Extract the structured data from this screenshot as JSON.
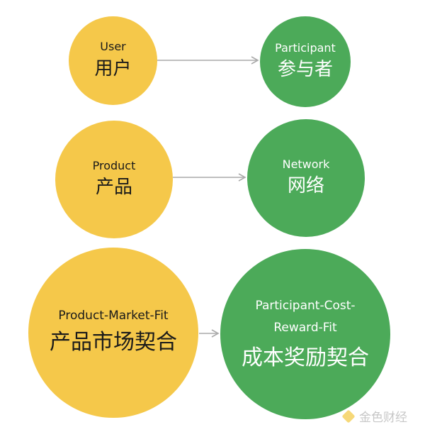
{
  "rows": [
    {
      "left": {
        "en": "User",
        "zh": "用户"
      },
      "right": {
        "en": "Participant",
        "zh": "参与者"
      }
    },
    {
      "left": {
        "en": "Product",
        "zh": "产品"
      },
      "right": {
        "en": "Network",
        "zh": "网络"
      }
    },
    {
      "left": {
        "en": "Product-Market-Fit",
        "zh": "产品市场契合"
      },
      "right": {
        "en_line1": "Participant-Cost-",
        "en_line2": "Reward-Fit",
        "zh": "成本奖励契合"
      }
    }
  ],
  "watermark": {
    "text": "金色财经"
  },
  "colors": {
    "yellow": "#f5c84a",
    "green": "#4caa59",
    "arrow": "#aaaaaa"
  }
}
